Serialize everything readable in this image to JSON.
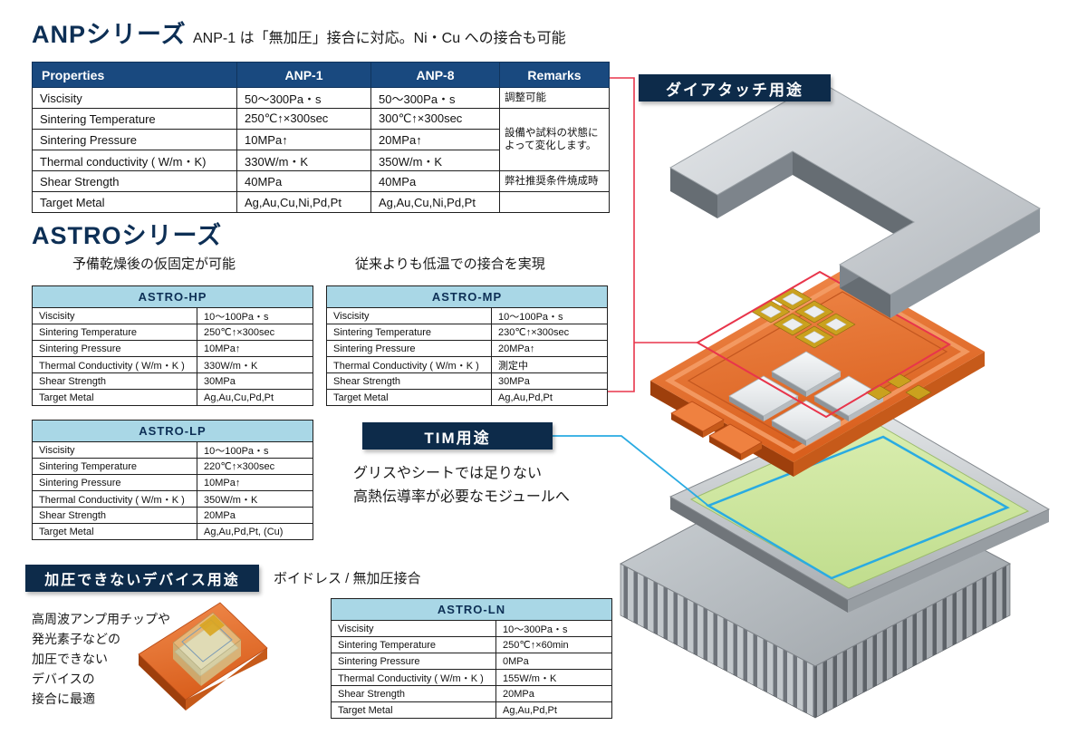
{
  "colors": {
    "navy": "#0d2f55",
    "badge_navy": "#0d2b4a",
    "table_header_blue": "#19497f",
    "astro_header_cyan": "#a9d7e6",
    "highlight_red": "#e8354b",
    "highlight_cyan": "#29abe2",
    "substrate_orange": "#e4702d",
    "tim_green": "#cde49d",
    "heatsink_gray": "#9aa0a5"
  },
  "anp": {
    "title": "ANPシリーズ",
    "subtitle": "ANP-1 は「無加圧」接合に対応。Ni・Cu への接合も可能"
  },
  "anp_table": {
    "headers": [
      "Properties",
      "ANP-1",
      "ANP-8",
      "Remarks"
    ],
    "rows": [
      {
        "property": "Viscisity",
        "anp1": "50〜300Pa・s",
        "anp8": "50〜300Pa・s"
      },
      {
        "property": "Sintering Temperature",
        "anp1": "250℃↑×300sec",
        "anp8": "300℃↑×300sec"
      },
      {
        "property": "Sintering Pressure",
        "anp1": "10MPa↑",
        "anp8": "20MPa↑"
      },
      {
        "property": "Thermal conductivity ( W/m・K)",
        "anp1": "330W/m・K",
        "anp8": "350W/m・K"
      },
      {
        "property": "Shear Strength",
        "anp1": "40MPa",
        "anp8": "40MPa"
      },
      {
        "property": "Target Metal",
        "anp1": "Ag,Au,Cu,Ni,Pd,Pt",
        "anp8": "Ag,Au,Cu,Ni,Pd,Pt"
      }
    ],
    "remarks": {
      "viscisity": "調整可能",
      "mid": "設備や試料の状態によって変化します。",
      "shear": "弊社推奨条件焼成時",
      "target": ""
    }
  },
  "astro": {
    "title": "ASTROシリーズ",
    "note_hp": "予備乾燥後の仮固定が可能",
    "note_mp": "従来よりも低温での接合を実現"
  },
  "astro_hp": {
    "title": "ASTRO-HP",
    "rows": [
      {
        "label": "Viscisity",
        "value": "10〜100Pa・s"
      },
      {
        "label": "Sintering Temperature",
        "value": "250℃↑×300sec"
      },
      {
        "label": "Sintering Pressure",
        "value": "10MPa↑"
      },
      {
        "label": "Thermal Conductivity ( W/m・K )",
        "value": "330W/m・K"
      },
      {
        "label": "Shear Strength",
        "value": "30MPa"
      },
      {
        "label": "Target Metal",
        "value": "Ag,Au,Cu,Pd,Pt"
      }
    ]
  },
  "astro_mp": {
    "title": "ASTRO-MP",
    "rows": [
      {
        "label": "Viscisity",
        "value": "10〜100Pa・s"
      },
      {
        "label": "Sintering Temperature",
        "value": "230℃↑×300sec"
      },
      {
        "label": "Sintering Pressure",
        "value": "20MPa↑"
      },
      {
        "label": "Thermal Conductivity ( W/m・K )",
        "value": "測定中"
      },
      {
        "label": "Shear Strength",
        "value": "30MPa"
      },
      {
        "label": "Target Metal",
        "value": "Ag,Au,Pd,Pt"
      }
    ]
  },
  "astro_lp": {
    "title": "ASTRO-LP",
    "rows": [
      {
        "label": "Viscisity",
        "value": "10〜100Pa・s"
      },
      {
        "label": "Sintering Temperature",
        "value": "220℃↑×300sec"
      },
      {
        "label": "Sintering Pressure",
        "value": "10MPa↑"
      },
      {
        "label": "Thermal Conductivity ( W/m・K )",
        "value": "350W/m・K"
      },
      {
        "label": "Shear Strength",
        "value": "20MPa"
      },
      {
        "label": "Target Metal",
        "value": "Ag,Au,Pd,Pt, (Cu)"
      }
    ]
  },
  "astro_ln": {
    "title": "ASTRO-LN",
    "rows": [
      {
        "label": "Viscisity",
        "value": "10〜300Pa・s"
      },
      {
        "label": "Sintering Temperature",
        "value": "250℃↑×60min"
      },
      {
        "label": "Sintering Pressure",
        "value": "0MPa"
      },
      {
        "label": "Thermal Conductivity ( W/m・K )",
        "value": "155W/m・K"
      },
      {
        "label": "Shear Strength",
        "value": "20MPa"
      },
      {
        "label": "Target Metal",
        "value": "Ag,Au,Pd,Pt"
      }
    ]
  },
  "badges": {
    "die_attach": "ダイアタッチ用途",
    "tim": "TIM用途",
    "no_pressure": "加圧できないデバイス用途"
  },
  "tim_desc": [
    "グリスやシートでは足りない",
    "高熱伝導率が必要なモジュールへ"
  ],
  "voidless_label": "ボイドレス / 無加圧接合",
  "no_pressure_desc": [
    "高周波アンプ用チップや",
    "発光素子などの",
    "加圧できない",
    "デバイスの",
    "接合に最適"
  ]
}
